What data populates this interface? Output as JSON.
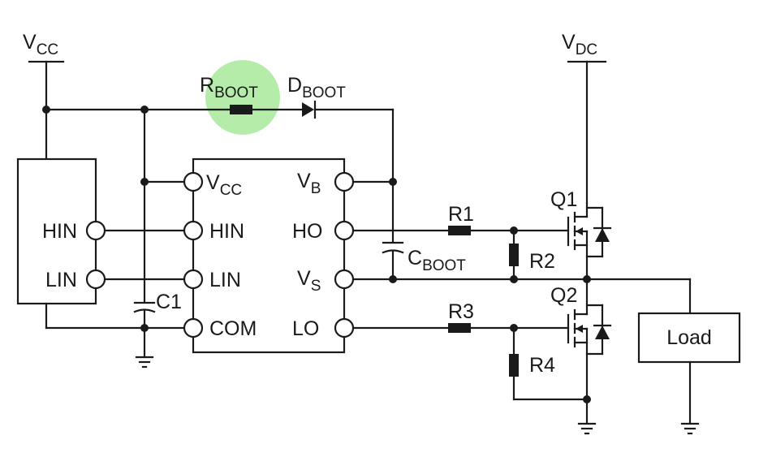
{
  "colors": {
    "wire": "#1a1a1a",
    "highlight": "#b5ecaa",
    "background": "#ffffff"
  },
  "labels": {
    "vcc_top": {
      "main": "V",
      "sub": "CC"
    },
    "vdc": {
      "main": "V",
      "sub": "DC"
    },
    "rboot": {
      "main": "R",
      "sub": "BOOT"
    },
    "dboot": {
      "main": "D",
      "sub": "BOOT"
    },
    "cboot": {
      "main": "C",
      "sub": "BOOT"
    },
    "c1": "C1",
    "r1": "R1",
    "r2": "R2",
    "r3": "R3",
    "r4": "R4",
    "q1": "Q1",
    "q2": "Q2",
    "load": "Load"
  },
  "controller_pins": {
    "hin": "HIN",
    "lin": "LIN"
  },
  "driver_pins": {
    "vcc": {
      "main": "V",
      "sub": "CC"
    },
    "hin": "HIN",
    "lin": "LIN",
    "com": "COM",
    "vb": {
      "main": "V",
      "sub": "B"
    },
    "ho": "HO",
    "vs": {
      "main": "V",
      "sub": "S"
    },
    "lo": "LO"
  }
}
